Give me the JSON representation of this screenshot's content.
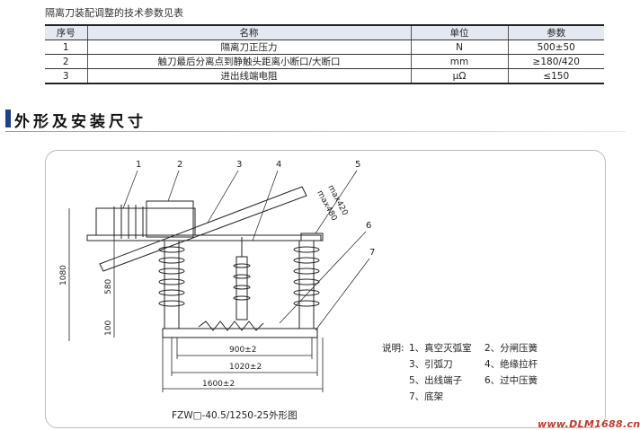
{
  "caption": "隔离刀装配调整的技术参数见表",
  "table": {
    "headers": [
      "序号",
      "名称",
      "单位",
      "参数"
    ],
    "rows": [
      [
        "1",
        "隔离刀正压力",
        "N",
        "500±50"
      ],
      [
        "2",
        "触刀最后分离点到静触头距离小断口/大断口",
        "mm",
        "≥180/420"
      ],
      [
        "3",
        "进出线端电阻",
        "μΩ",
        "≤150"
      ]
    ]
  },
  "section_title": "外形及安装尺寸",
  "drawing": {
    "callouts": [
      "1",
      "2",
      "3",
      "4",
      "5",
      "6",
      "7"
    ],
    "dims": {
      "total_height": "1080",
      "insulator_height": "580",
      "base_height": "100",
      "span_900": "900±2",
      "span_1020": "1020±2",
      "span_1600": "1600±2",
      "max420": "max420",
      "max480": "max480"
    },
    "legend_title": "说明:",
    "legend": [
      "1、真空灭弧室",
      "2、分闸压簧",
      "3、引弧刀",
      "4、绝缘拉杆",
      "5、出线端子",
      "6、过中压簧",
      "7、底架"
    ],
    "figure_caption": "FZW□-40.5/1250-25外形图"
  },
  "watermark": "www.DLM1688.cn"
}
